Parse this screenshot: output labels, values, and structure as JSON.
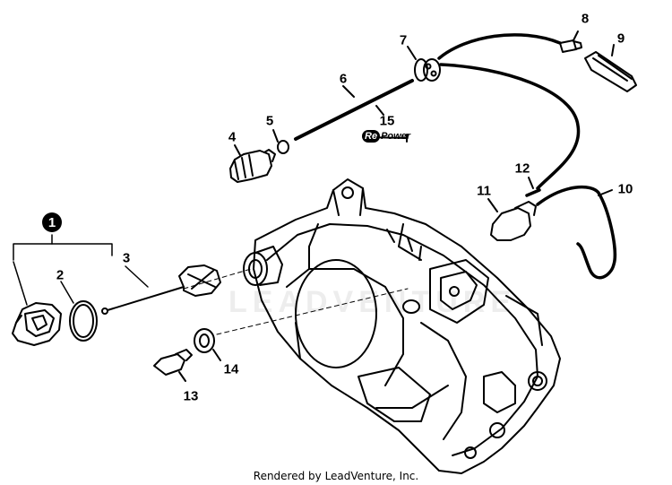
{
  "diagram": {
    "part_labels": [
      {
        "id": "1",
        "text": "1",
        "circled": true
      },
      {
        "id": "2",
        "text": "2"
      },
      {
        "id": "3",
        "text": "3"
      },
      {
        "id": "4",
        "text": "4"
      },
      {
        "id": "5",
        "text": "5"
      },
      {
        "id": "6",
        "text": "6"
      },
      {
        "id": "7",
        "text": "7"
      },
      {
        "id": "8",
        "text": "8"
      },
      {
        "id": "9",
        "text": "9"
      },
      {
        "id": "10",
        "text": "10"
      },
      {
        "id": "11",
        "text": "11"
      },
      {
        "id": "12",
        "text": "12"
      },
      {
        "id": "13",
        "text": "13"
      },
      {
        "id": "14",
        "text": "14"
      },
      {
        "id": "15",
        "text": "15"
      }
    ],
    "repower_badge": {
      "re": "Re",
      "power": "Power"
    },
    "watermark": "LEADVENTURE",
    "footer": "Rendered by LeadVenture, Inc."
  }
}
